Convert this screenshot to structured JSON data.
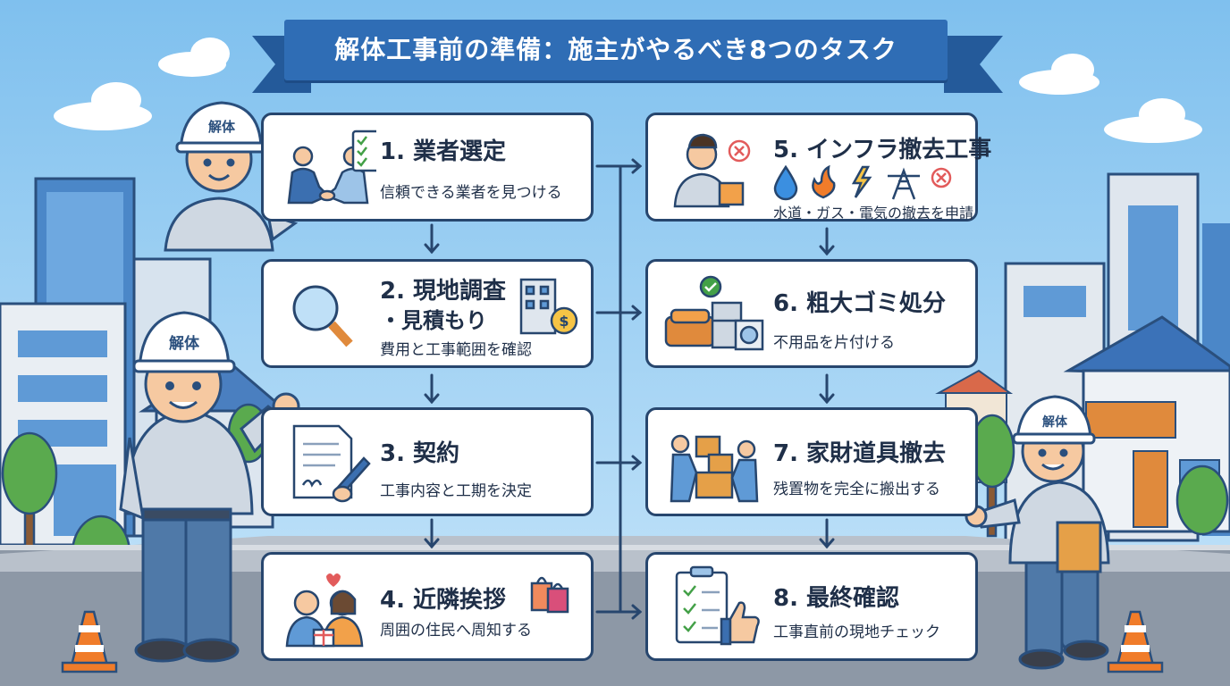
{
  "title": "解体工事前の準備：施主がやるべき8つのタスク",
  "helmet_label": "解体",
  "steps": [
    {
      "title": "1. 業者選定",
      "desc": "信頼できる業者を見つける",
      "icon": "handshake-icon"
    },
    {
      "title": "2. 現地調査",
      "title2": "・見積もり",
      "desc": "費用と工事範囲を確認",
      "icon": "magnifier-icon"
    },
    {
      "title": "3. 契約",
      "desc": "工事内容と工期を決定",
      "icon": "contract-icon"
    },
    {
      "title": "4. 近隣挨拶",
      "desc": "周囲の住民へ周知する",
      "icon": "neighbors-icon"
    },
    {
      "title": "5. インフラ撤去工事",
      "desc": "水道・ガス・電気の撤去を申請",
      "icon": "utilities-icon"
    },
    {
      "title": "6. 粗大ゴミ処分",
      "desc": "不用品を片付ける",
      "icon": "furniture-icon"
    },
    {
      "title": "7. 家財道具撤去",
      "desc": "残置物を完全に搬出する",
      "icon": "movers-icon"
    },
    {
      "title": "8. 最終確認",
      "desc": "工事直前の現地チェック",
      "icon": "checklist-thumbs-up-icon"
    }
  ],
  "colors": {
    "sky": "#8cc6f0",
    "banner": "#2f6db5",
    "card_border": "#27466e",
    "arrow": "#27466e",
    "uniform": "#cfd8e2",
    "pants": "#4f79a8"
  }
}
